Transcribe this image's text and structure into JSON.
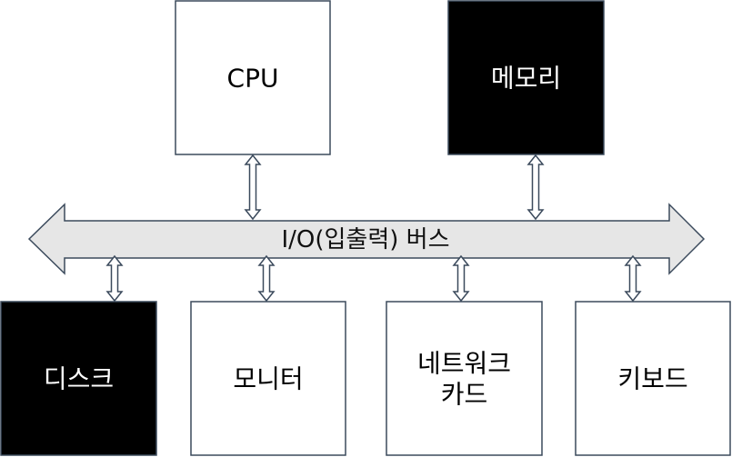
{
  "bus": {
    "label": "I/O(입출력) 버스",
    "fill": "#e6e6e6",
    "stroke": "#3b4a5c"
  },
  "components": [
    {
      "id": "cpu",
      "label_lines": [
        "CPU"
      ],
      "theme": "light"
    },
    {
      "id": "memory",
      "label_lines": [
        "메모리"
      ],
      "theme": "dark"
    },
    {
      "id": "disk",
      "label_lines": [
        "디스크"
      ],
      "theme": "dark"
    },
    {
      "id": "monitor",
      "label_lines": [
        "모니터"
      ],
      "theme": "light"
    },
    {
      "id": "network-card",
      "label_lines": [
        "네트워크",
        "카드"
      ],
      "theme": "light"
    },
    {
      "id": "keyboard",
      "label_lines": [
        "키보드"
      ],
      "theme": "light"
    }
  ],
  "colors": {
    "box_stroke": "#3b4a5c",
    "light_fill": "#ffffff",
    "light_text": "#000000",
    "dark_fill": "#000000",
    "dark_text": "#ffffff",
    "connector_fill": "#ffffff",
    "connector_stroke": "#3b4a5c"
  }
}
